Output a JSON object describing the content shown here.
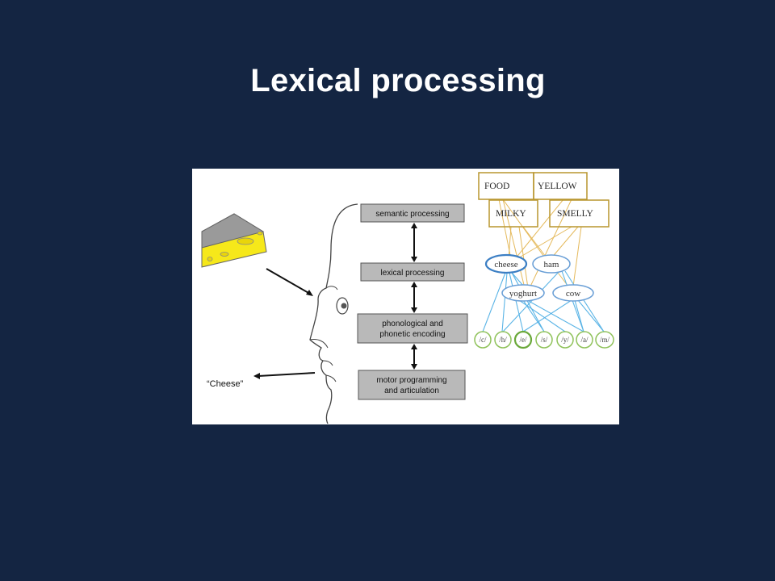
{
  "slide": {
    "title": "Lexical processing"
  },
  "diagram": {
    "stages": [
      {
        "lines": [
          "semantic processing"
        ]
      },
      {
        "lines": [
          "lexical processing"
        ]
      },
      {
        "lines": [
          "phonological and",
          "phonetic encoding"
        ]
      },
      {
        "lines": [
          "motor programming",
          "and articulation"
        ]
      }
    ],
    "spoken_word": "“Cheese”",
    "semantic_features": [
      "FOOD",
      "YELLOW",
      "MILKY",
      "SMELLY"
    ],
    "lexical_nodes": [
      "cheese",
      "ham",
      "yoghurt",
      "cow"
    ],
    "phoneme_nodes": [
      "/c/",
      "/h/",
      "/e/",
      "/s/",
      "/y/",
      "/a/",
      "/m/"
    ]
  },
  "colors": {
    "background": "#142542",
    "title": "#ffffff",
    "stage_box_fill": "#b9b9b9",
    "feature_box_stroke": "#b8962e",
    "feature_link": "#e2b24a",
    "word_node_stroke": "#6a9fd6",
    "word_link": "#5ab4e6",
    "phoneme_node_stroke": "#8fc25a",
    "cheese_fill": "#f6e81a",
    "cheese_rind": "#9a9a9a"
  }
}
